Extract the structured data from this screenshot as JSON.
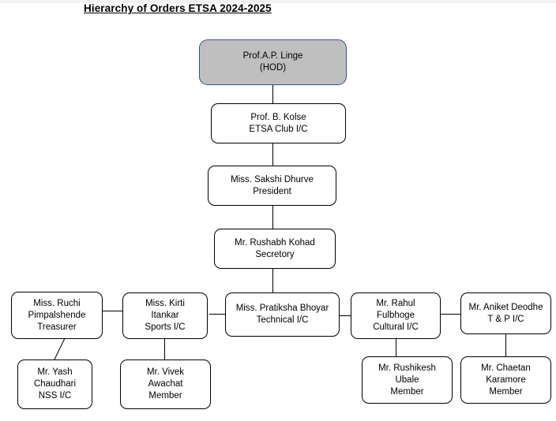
{
  "page": {
    "title": "Hierarchy of Orders ETSA 2024-2025",
    "background_color": "#ffffff",
    "top_strip_color": "#f2f2f2"
  },
  "theme": {
    "node_border_color": "#000000",
    "node_fill_color": "#ffffff",
    "hod_fill_color": "#bfbfbf",
    "hod_border_color": "#2f5496",
    "connector_color": "#000000",
    "text_color": "#000000"
  },
  "chart_data": {
    "type": "diagram",
    "diagram_kind": "organizational-hierarchy",
    "title": "Hierarchy of Orders ETSA 2024-2025",
    "nodes": [
      {
        "id": "hod",
        "level": 1,
        "name": "Prof.A.P. Linge",
        "role": "(HOD)",
        "detail": "",
        "highlighted": true
      },
      {
        "id": "club-ic",
        "level": 2,
        "name": "Prof. B. Kolse",
        "role": "ETSA Club I/C",
        "detail": "",
        "highlighted": false
      },
      {
        "id": "president",
        "level": 3,
        "name": "Miss. Sakshi Dhurve",
        "role": "President",
        "detail": "",
        "highlighted": false
      },
      {
        "id": "secretory",
        "level": 4,
        "name": "Mr. Rushabh Kohad",
        "role": "Secretory",
        "detail": "",
        "highlighted": false
      },
      {
        "id": "treasurer",
        "level": 5,
        "name": "Miss. Ruchi",
        "role": "Pimpalshende",
        "detail": "Treasurer",
        "highlighted": false
      },
      {
        "id": "sports-ic",
        "level": 5,
        "name": "Miss. Kirti",
        "role": "Itankar",
        "detail": "Sports I/C",
        "highlighted": false
      },
      {
        "id": "technical-ic",
        "level": 5,
        "name": "Miss. Pratiksha Bhoyar",
        "role": "Technical I/C",
        "detail": "",
        "highlighted": false
      },
      {
        "id": "cultural-ic",
        "level": 5,
        "name": "Mr. Rahul",
        "role": "Fulbhoge",
        "detail": "Cultural I/C",
        "highlighted": false
      },
      {
        "id": "tp-ic",
        "level": 5,
        "name": "Mr. Aniket Deodhe",
        "role": "T & P I/C",
        "detail": "",
        "highlighted": false
      },
      {
        "id": "nss-ic",
        "level": 6,
        "name": "Mr. Yash",
        "role": "Chaudhari",
        "detail": "NSS I/C",
        "highlighted": false
      },
      {
        "id": "member-vivek",
        "level": 6,
        "name": "Mr. Vivek",
        "role": "Awachat",
        "detail": "Member",
        "highlighted": false
      },
      {
        "id": "member-rushikesh",
        "level": 6,
        "name": "Mr. Rushikesh",
        "role": "Ubale",
        "detail": "Member",
        "highlighted": false
      },
      {
        "id": "member-chaetan",
        "level": 6,
        "name": "Mr. Chaetan",
        "role": "Karamore",
        "detail": "Member",
        "highlighted": false
      }
    ],
    "edges": [
      {
        "from": "hod",
        "to": "club-ic"
      },
      {
        "from": "club-ic",
        "to": "president"
      },
      {
        "from": "president",
        "to": "secretory"
      },
      {
        "from": "secretory",
        "to": "technical-ic"
      },
      {
        "from": "technical-ic",
        "to": "sports-ic"
      },
      {
        "from": "sports-ic",
        "to": "treasurer"
      },
      {
        "from": "technical-ic",
        "to": "cultural-ic"
      },
      {
        "from": "cultural-ic",
        "to": "tp-ic"
      },
      {
        "from": "treasurer",
        "to": "nss-ic"
      },
      {
        "from": "sports-ic",
        "to": "member-vivek"
      },
      {
        "from": "cultural-ic",
        "to": "member-rushikesh"
      },
      {
        "from": "tp-ic",
        "to": "member-chaetan"
      }
    ]
  }
}
